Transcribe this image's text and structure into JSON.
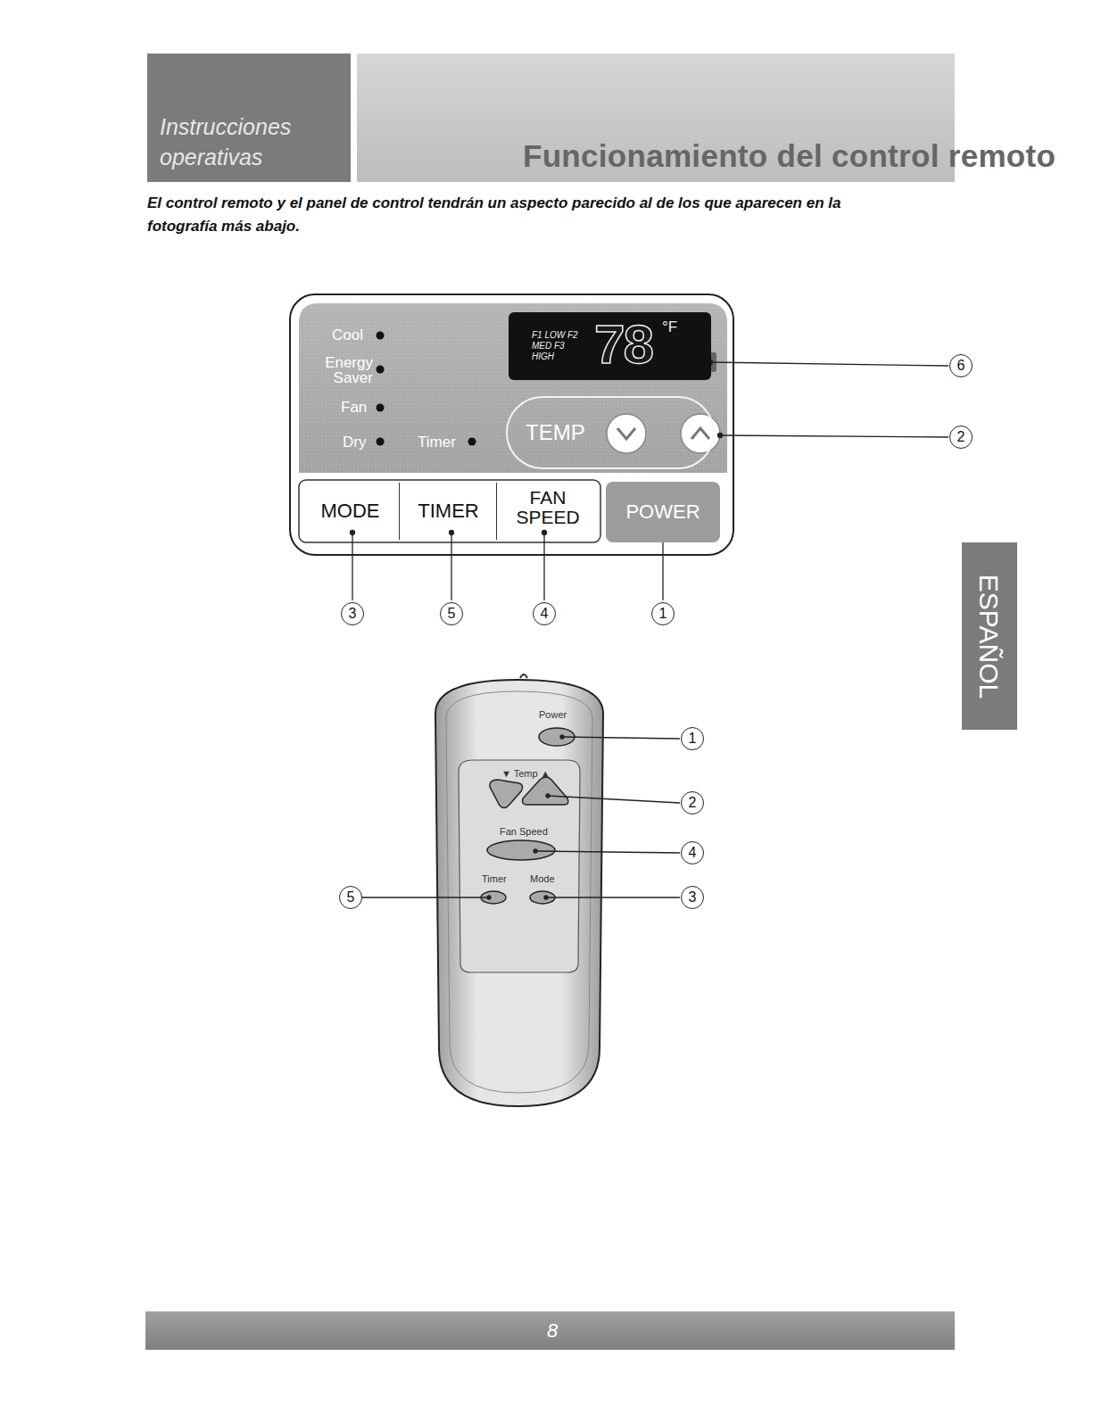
{
  "diagram": {
    "nodes": [
      {
        "text": [
          "Instrucciones operativas"
        ]
      },
      {
        "text": [
          "Funcionamiento del control remoto"
        ]
      },
      {
        "text": [
          "F1 LOW F2 MED F3 HIGH",
          "78",
          "°F"
        ]
      },
      {
        "text": [
          "TEMP"
        ]
      },
      {
        "text": [
          "MODE"
        ]
      },
      {
        "text": [
          "TIMER"
        ]
      },
      {
        "text": [
          "FAN SPEED"
        ]
      },
      {
        "text": [
          "POWER"
        ]
      },
      {
        "text": [
          "Power",
          "▼ Temp ▲",
          "Fan Speed",
          "Timer",
          "Mode"
        ]
      },
      {
        "text": [
          "ESPAÑOL"
        ]
      },
      {
        "text": [
          "8"
        ]
      }
    ],
    "labels": [
      "El control remoto y el panel de control tendrán un aspecto parecido al de los que aparecen en la fotografía más abajo.",
      "Cool",
      "Energy Saver",
      "Fan",
      "Dry",
      "Timer",
      "6",
      "2",
      "3",
      "5",
      "4",
      "1",
      "1",
      "2",
      "4",
      "5",
      "3"
    ]
  }
}
